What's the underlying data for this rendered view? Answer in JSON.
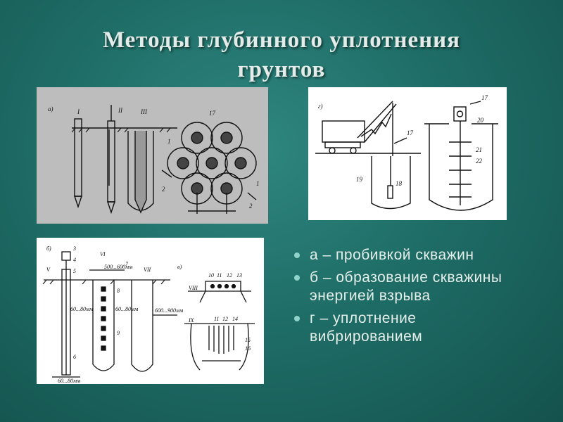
{
  "title": {
    "line1": "Методы глубинного уплотнения",
    "line2": "грунтов"
  },
  "legend": {
    "items": [
      "а – пробивкой скважин",
      "б – образование скважины энергией взрыва",
      "г – уплотнение вибрированием"
    ]
  },
  "figure_a": {
    "label": "а)",
    "marks": [
      "I",
      "II",
      "III",
      "17",
      "1",
      "2",
      "1",
      "2"
    ]
  },
  "figure_g": {
    "label": "г)",
    "marks": [
      "17",
      "19",
      "18",
      "17",
      "20",
      "21",
      "22"
    ]
  },
  "figure_b": {
    "label": "б)",
    "label_v": "в)",
    "marks": [
      "3",
      "4",
      "V",
      "5",
      "VI",
      "7",
      "VII",
      "8",
      "9",
      "6",
      "VIII",
      "IX",
      "10",
      "11",
      "12",
      "13",
      "11",
      "12",
      "14",
      "15",
      "16"
    ],
    "dims": [
      "500...600мм",
      "60...80мм",
      "60...80мм",
      "600...900мм",
      "60...80мм"
    ]
  },
  "colors": {
    "background": "#1f6d67",
    "title_text": "#e3ece8",
    "legend_text": "#e6eeea",
    "bullet": "#8fd3ca",
    "panel_a_bg": "#bdbdbd"
  }
}
